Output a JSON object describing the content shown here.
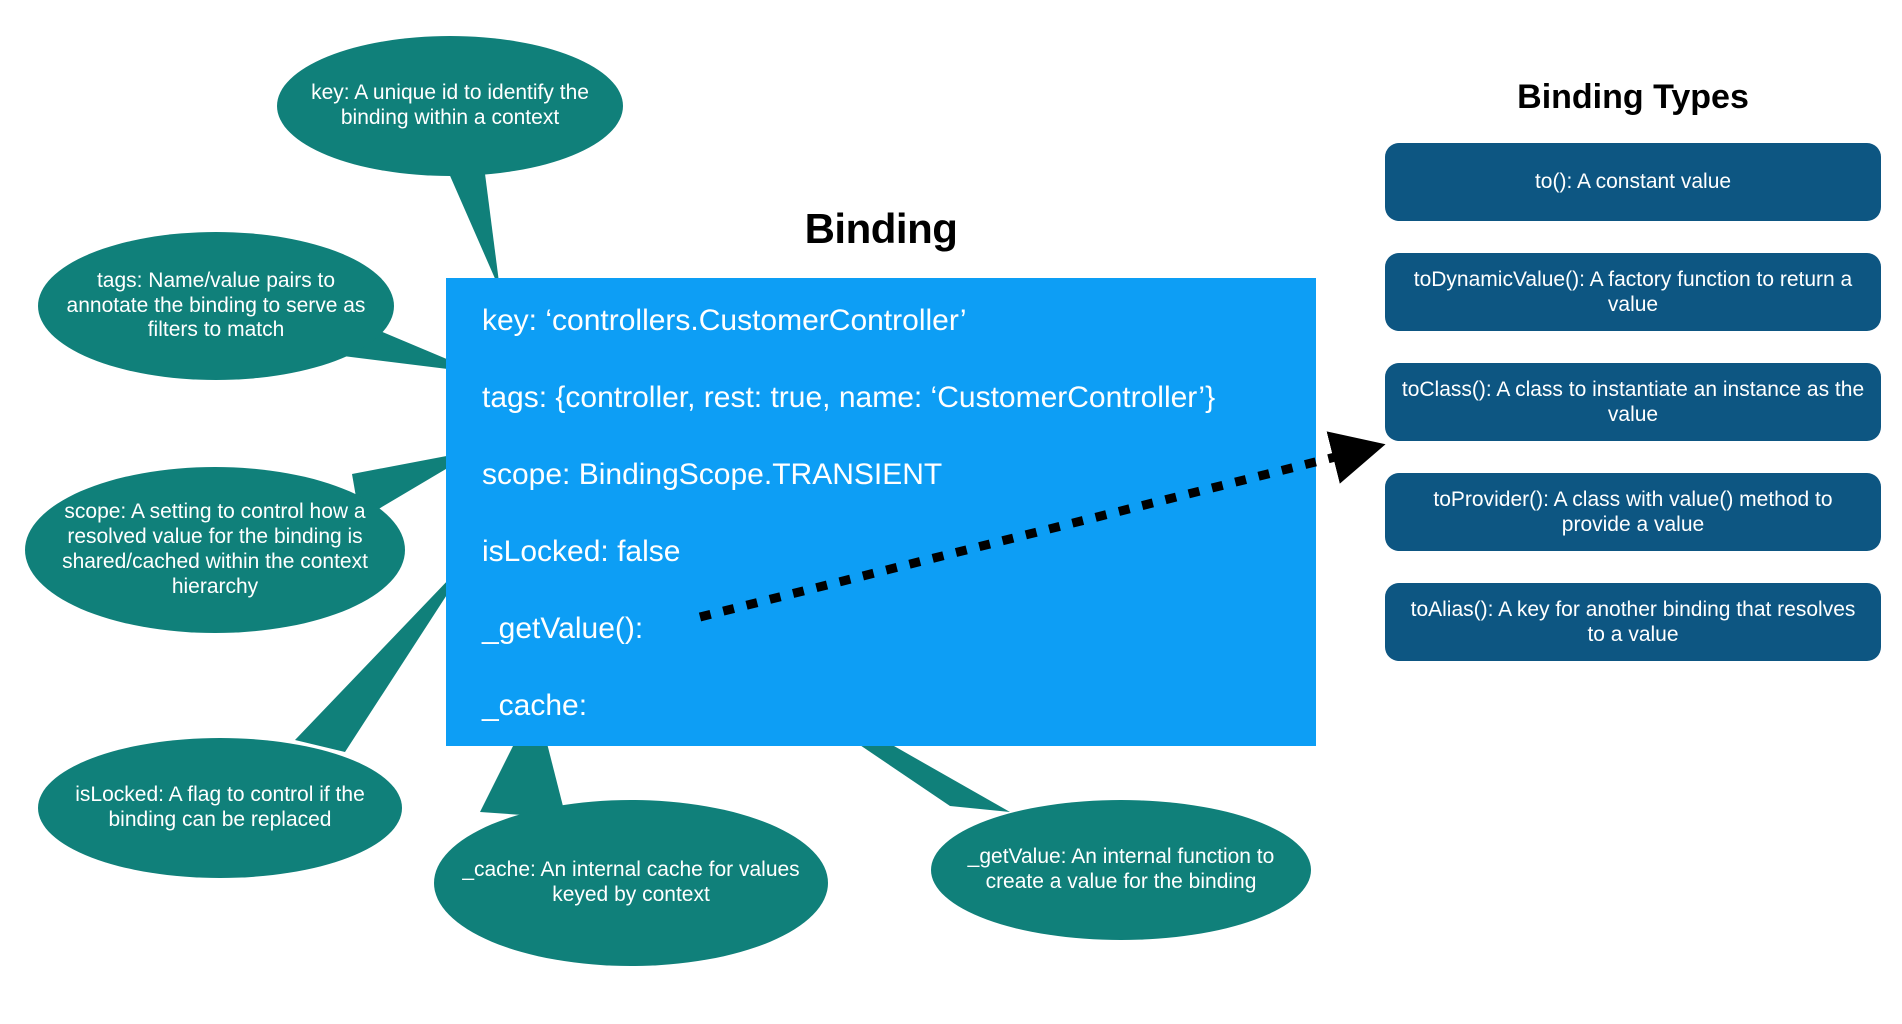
{
  "diagram": {
    "binding": {
      "title": "Binding",
      "box_color": "#0d9ef5",
      "fields": [
        "key: ‘controllers.CustomerController’",
        "tags: {controller, rest: true, name: ‘CustomerController’}",
        "scope: BindingScope.TRANSIENT",
        "isLocked: false",
        "_getValue():",
        "_cache:"
      ]
    },
    "callouts": {
      "color": "#10807a",
      "key": "key: A unique id to identify the binding within a context",
      "tags": "tags: Name/value pairs to annotate the binding to serve as filters to match",
      "scope": "scope: A setting to control how a resolved value for the binding is shared/cached within the context hierarchy",
      "isLocked": "isLocked: A flag to control if the binding can be replaced",
      "cache": "_cache: An internal cache for values keyed by context",
      "getValue": "_getValue: An internal function to create a value for the binding"
    },
    "binding_types": {
      "title": "Binding Types",
      "card_color": "#0d5682",
      "items": [
        "to(): A constant value",
        "toDynamicValue(): A factory function to return a value",
        "toClass(): A class to instantiate an instance as the value",
        "toProvider(): A class with value() method to provide a value",
        "toAlias(): A key for another binding that resolves to a value"
      ]
    }
  }
}
